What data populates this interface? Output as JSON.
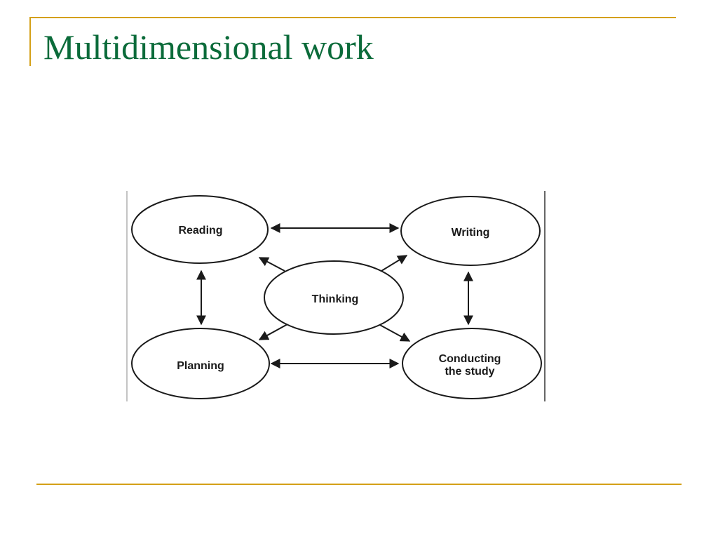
{
  "slide": {
    "title": "Multidimensional work"
  },
  "diagram": {
    "nodes": {
      "reading": {
        "label": "Reading"
      },
      "writing": {
        "label": "Writing"
      },
      "thinking": {
        "label": "Thinking"
      },
      "planning": {
        "label": "Planning"
      },
      "conducting": {
        "line1": "Conducting",
        "line2": "the study"
      }
    },
    "connections": [
      {
        "from": "Reading",
        "to": "Writing",
        "arrow": "both"
      },
      {
        "from": "Reading",
        "to": "Planning",
        "arrow": "both"
      },
      {
        "from": "Writing",
        "to": "Conducting the study",
        "arrow": "both"
      },
      {
        "from": "Planning",
        "to": "Conducting the study",
        "arrow": "both"
      },
      {
        "from": "Thinking",
        "to": "Reading",
        "arrow": "one-way"
      },
      {
        "from": "Thinking",
        "to": "Writing",
        "arrow": "one-way"
      },
      {
        "from": "Thinking",
        "to": "Planning",
        "arrow": "one-way"
      },
      {
        "from": "Thinking",
        "to": "Conducting the study",
        "arrow": "one-way"
      }
    ]
  },
  "colors": {
    "title": "#0b6b3a",
    "accent": "#d4a017",
    "ink": "#1a1a1a"
  }
}
